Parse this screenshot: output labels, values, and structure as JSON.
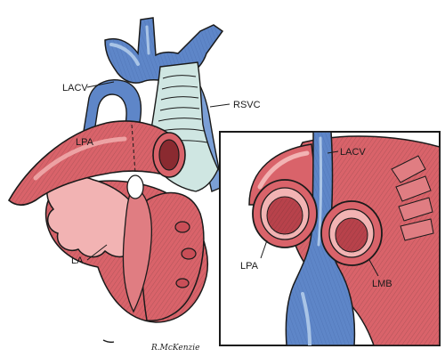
{
  "labels": {
    "main_lacv": "LACV",
    "main_rsvc": "RSVC",
    "main_lpa": "LPA",
    "main_la": "LA",
    "inset_lacv": "LACV",
    "inset_lpa": "LPA",
    "inset_lmb": "LMB"
  },
  "signature": "R.McKenzie",
  "colors": {
    "artery": "#d9636a",
    "artery_light": "#f2b3b3",
    "vein": "#5e86c8",
    "vein_light": "#a9c4e6",
    "airway": "#cfe6e2",
    "outline": "#1a1a1a"
  }
}
